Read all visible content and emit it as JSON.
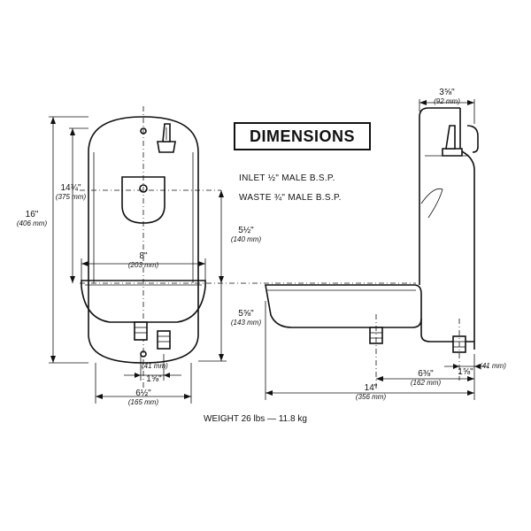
{
  "title": "DIMENSIONS",
  "notes": {
    "inlet": "INLET ½\" MALE B.S.P.",
    "waste": "WASTE ¾\" MALE B.S.P."
  },
  "weight": "WEIGHT 26 lbs — 11.8 kg",
  "front_view": {
    "height_total": {
      "inch": "16\"",
      "mm": "(406 mm)"
    },
    "height_upper": {
      "inch": "14¾\"",
      "mm": "(375 mm)"
    },
    "bowl_width": {
      "inch": "8\"",
      "mm": "(203 mm)"
    },
    "upper_to_bowl": {
      "inch": "5½\"",
      "mm": "(140 mm)"
    },
    "bowl_to_bottom": {
      "inch": "5⅝\"",
      "mm": "(143 mm)"
    },
    "outlet_spacing": {
      "inch": "1⅝\"",
      "mm": "(41 mm)"
    },
    "base_width": {
      "inch": "6½\"",
      "mm": "(165 mm)"
    }
  },
  "side_view": {
    "top_depth": {
      "inch": "3⅝\"",
      "mm": "(92 mm)"
    },
    "total_depth": {
      "inch": "14\"",
      "mm": "(356 mm)"
    },
    "waste_offset": {
      "inch": "6⅜\"",
      "mm": "(162 mm)"
    },
    "inlet_spacing": {
      "inch": "1⅝\"",
      "mm": "(41 mm)"
    }
  }
}
